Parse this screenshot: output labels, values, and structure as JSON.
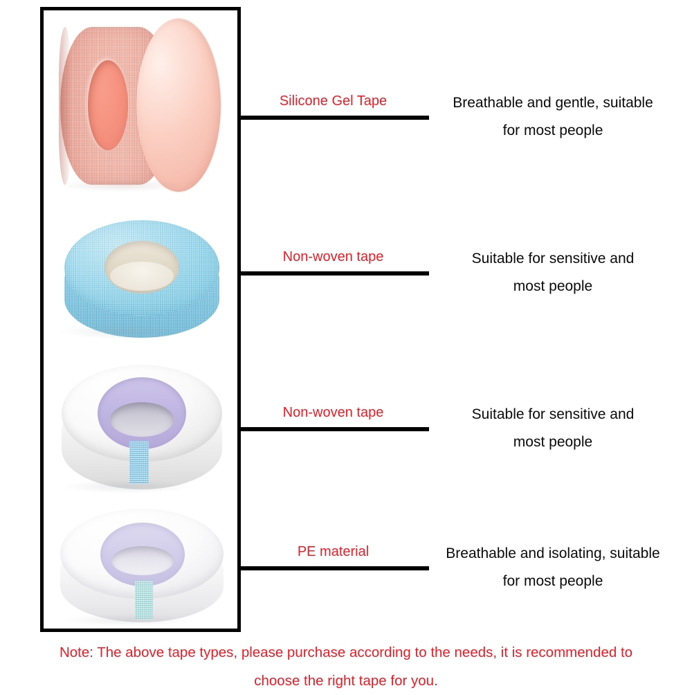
{
  "frame": {
    "border_color": "#000000",
    "products": [
      {
        "id": "silicone-gel-tape",
        "alt": "pink silicone gel tape roll",
        "colors": {
          "body": "#f4b3a4",
          "face": "#fbcfc2",
          "hole": "#f4907d"
        }
      },
      {
        "id": "blue-non-woven-tape",
        "alt": "light blue non-woven tape roll with paper core",
        "colors": {
          "top": "#a8e0f2",
          "side": "#7fc9e4",
          "core": "#e5ddcd"
        }
      },
      {
        "id": "white-non-woven-tape",
        "alt": "white non-woven tape roll with lavender core and blue tab",
        "colors": {
          "top": "#fafafa",
          "inner": "#c5bbe6",
          "tab": "#7cc2e3"
        }
      },
      {
        "id": "pe-material-tape",
        "alt": "translucent white PE tape roll with mint tab",
        "colors": {
          "top": "#fbfbfc",
          "inner": "#d6d2ec",
          "tab": "#9ad6d2"
        }
      }
    ]
  },
  "callouts": [
    {
      "name": "Silicone Gel Tape",
      "desc_line1": "Breathable and gentle, suitable",
      "desc_line2": "for most people"
    },
    {
      "name": "Non-woven tape",
      "desc_line1": "Suitable for sensitive and",
      "desc_line2": "most people"
    },
    {
      "name": "Non-woven tape",
      "desc_line1": "Suitable for sensitive and",
      "desc_line2": "most people"
    },
    {
      "name": "PE material",
      "desc_line1": "Breathable and isolating, suitable",
      "desc_line2": "for most people"
    }
  ],
  "note": {
    "line1": "Note: The above tape types, please purchase according to the needs, it is recommended to",
    "line2": "choose the right tape for you."
  },
  "colors": {
    "label_red": "#ee1b24",
    "description_black": "#0a0a0a",
    "leader_line": "#000000"
  }
}
